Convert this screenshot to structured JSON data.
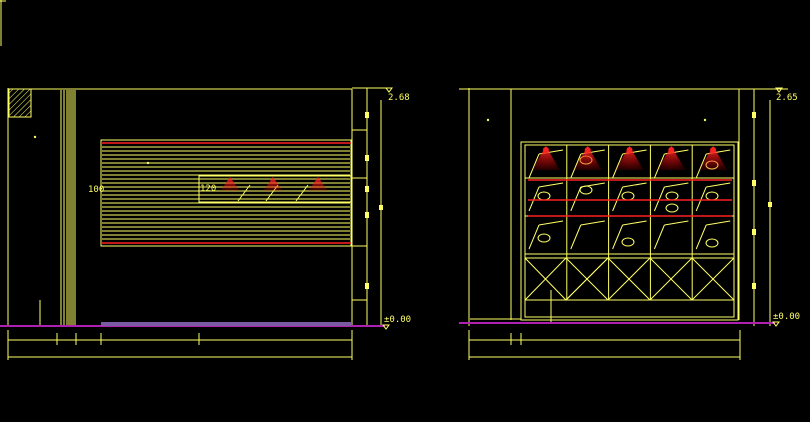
{
  "drawing": {
    "background": "#000000",
    "line_color": "#ffff66",
    "accent_red": "#ff2020",
    "ground_color": "#b020b0",
    "left_elevation": {
      "level_top": "2.68",
      "level_ground": "±0.00",
      "mark_100": "100",
      "mark_120": "120"
    },
    "right_elevation": {
      "level_top": "2.65",
      "level_ground": "±0.00"
    }
  }
}
